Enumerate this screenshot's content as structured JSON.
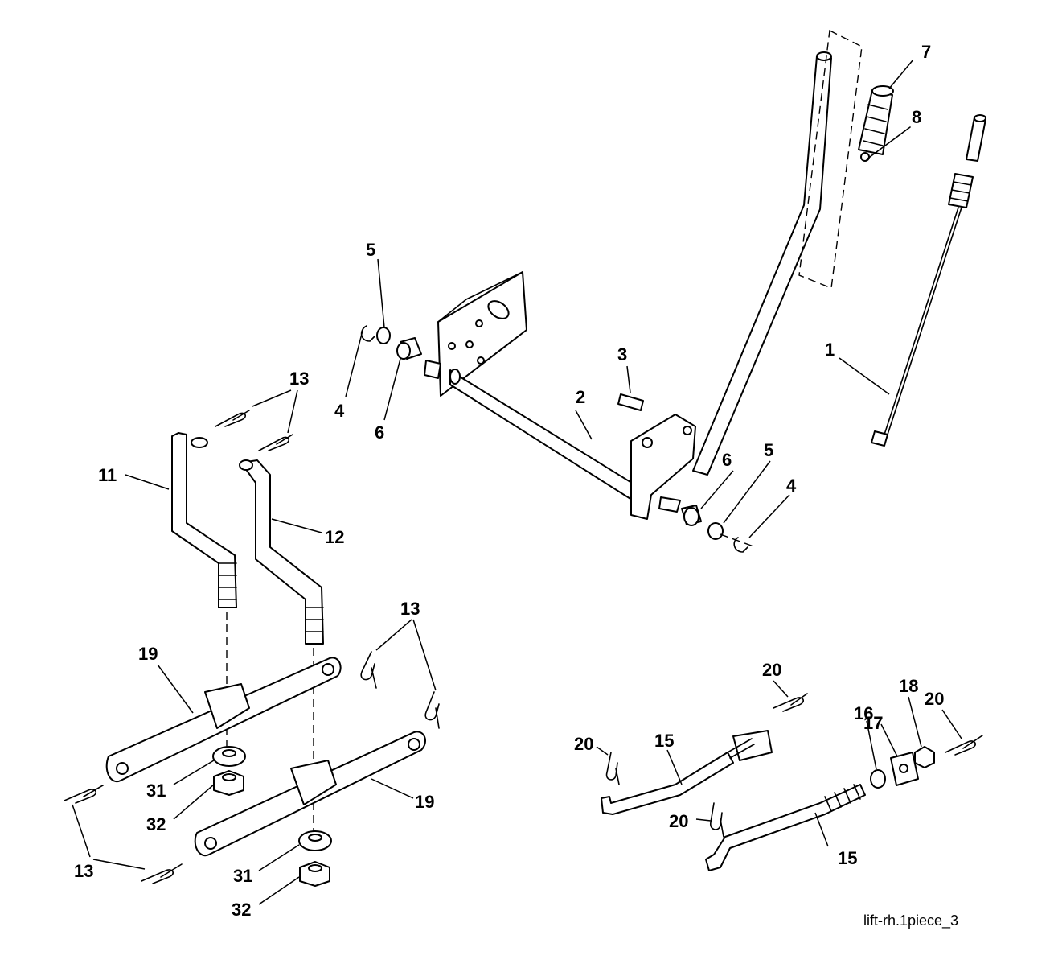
{
  "diagram": {
    "caption": "lift-rh.1piece_3",
    "labels": {
      "l1": "1",
      "l2": "2",
      "l3": "3",
      "l4a": "4",
      "l4b": "4",
      "l5a": "5",
      "l5b": "5",
      "l6a": "6",
      "l6b": "6",
      "l7": "7",
      "l8": "8",
      "l11": "11",
      "l12": "12",
      "l13a": "13",
      "l13b": "13",
      "l13c": "13",
      "l15a": "15",
      "l15b": "15",
      "l16": "16",
      "l17": "17",
      "l18": "18",
      "l19a": "19",
      "l19b": "19",
      "l20a": "20",
      "l20b": "20",
      "l20c": "20",
      "l20d": "20",
      "l31a": "31",
      "l31b": "31",
      "l32a": "32",
      "l32b": "32"
    }
  }
}
